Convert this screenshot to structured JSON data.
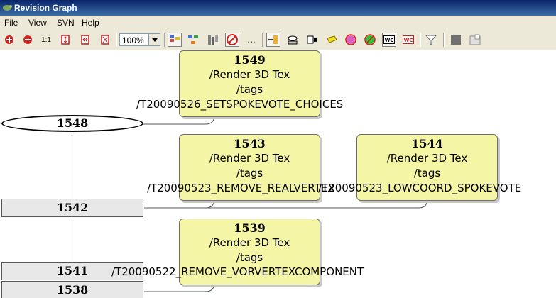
{
  "window": {
    "title": "Revision Graph"
  },
  "menu": {
    "file": "File",
    "view": "View",
    "svn": "SVN",
    "help": "Help"
  },
  "toolbar": {
    "zoom_value": "100%",
    "fit_label": "1:1",
    "overflow_label": "..."
  },
  "graph": {
    "nodes": {
      "n1548": "1548",
      "n1542": "1542",
      "n1541": "1541",
      "n1538": "1538"
    },
    "tags": [
      {
        "rev": "1549",
        "path": "/Render 3D Tex",
        "folder": "/tags",
        "name": "/T20090526_SETSPOKEVOTE_CHOICES"
      },
      {
        "rev": "1543",
        "path": "/Render 3D Tex",
        "folder": "/tags",
        "name": "/T20090523_REMOVE_REALVERTEX"
      },
      {
        "rev": "1544",
        "path": "/Render 3D Tex",
        "folder": "/tags",
        "name": "/T20090523_LOWCOORD_SPOKEVOTE"
      },
      {
        "rev": "1539",
        "path": "/Render 3D Tex",
        "folder": "/tags",
        "name": "/T20090522_REMOVE_VORVERTEXCOMPONENT"
      }
    ]
  }
}
